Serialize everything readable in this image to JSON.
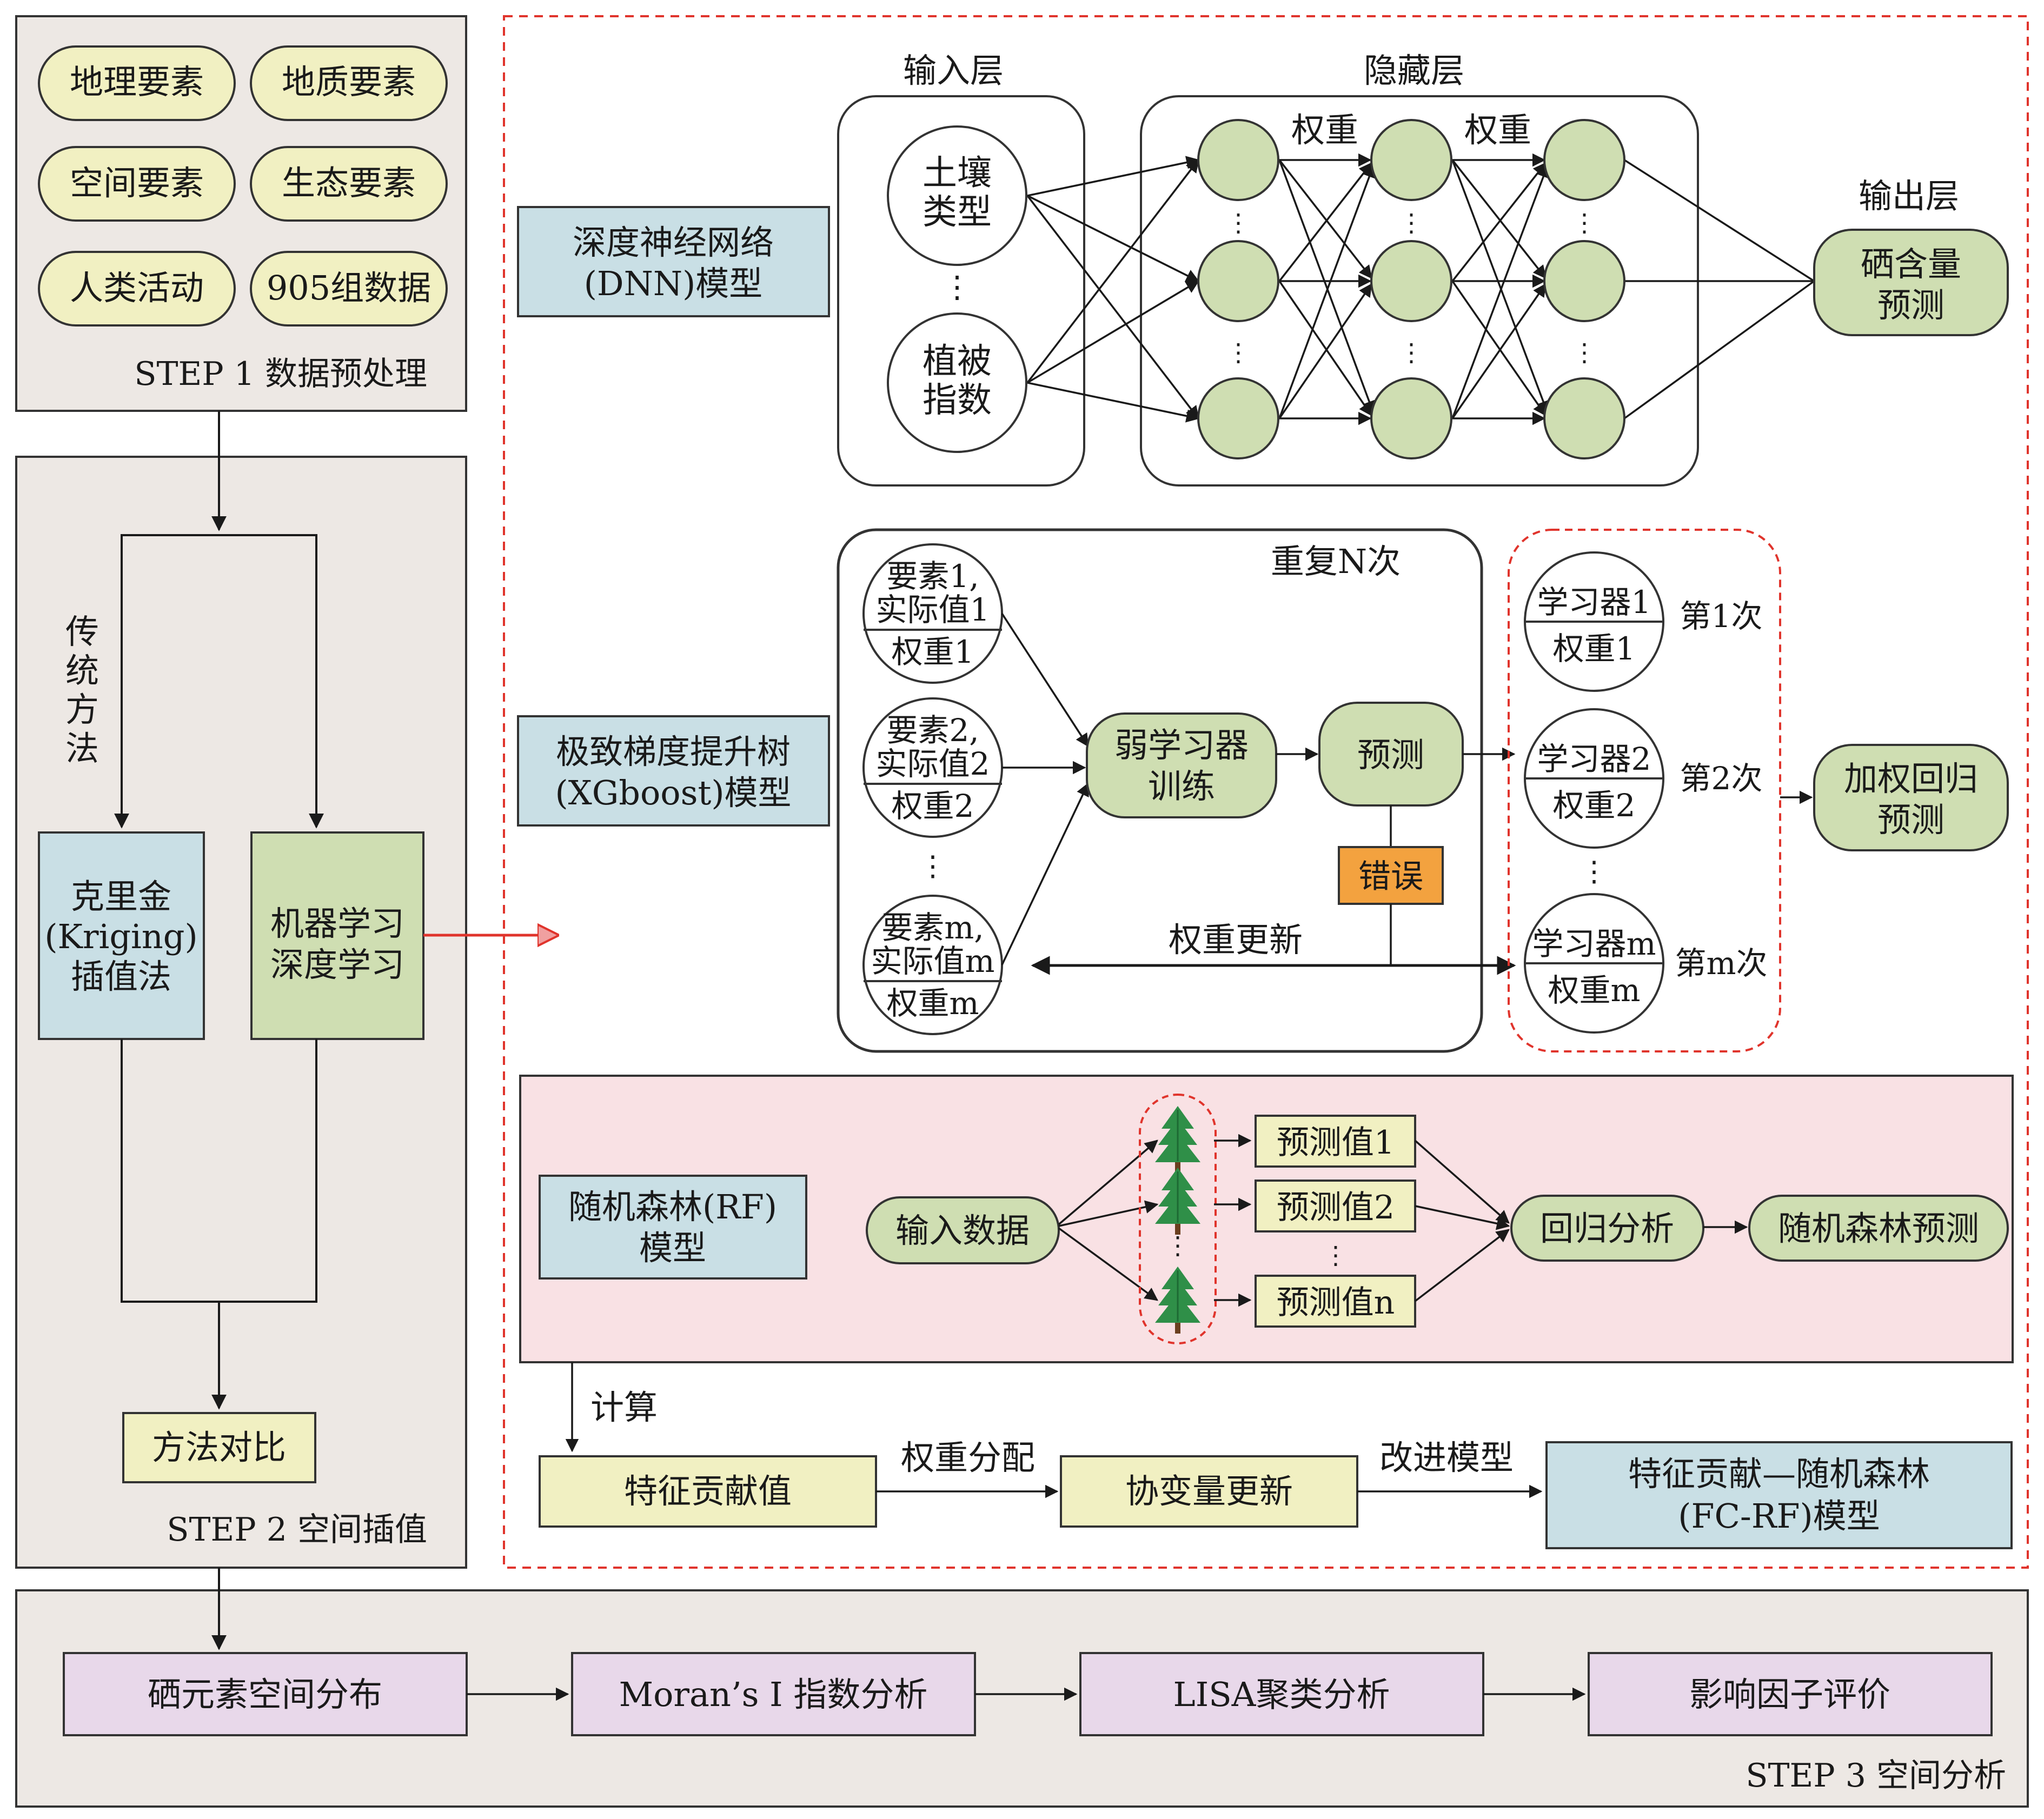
{
  "step1": {
    "label": "STEP 1 数据预处理",
    "pills": [
      "地理要素",
      "地质要素",
      "空间要素",
      "生态要素",
      "人类活动",
      "905组数据"
    ]
  },
  "step2": {
    "label": "STEP 2 空间插值",
    "traditional": [
      "传",
      "统",
      "方",
      "法"
    ],
    "kriging": [
      "克里金",
      "(Kriging)",
      "插值法"
    ],
    "ml": [
      "机器学习",
      "深度学习"
    ],
    "compare": "方法对比"
  },
  "dnn": {
    "title": [
      "深度神经网络",
      "(DNN)模型"
    ],
    "input_layer": "输入层",
    "hidden_layer": "隐藏层",
    "output_layer": "输出层",
    "input_top": [
      "土壤",
      "类型"
    ],
    "input_bottom": [
      "植被",
      "指数"
    ],
    "weight1": "权重",
    "weight2": "权重",
    "output": [
      "硒含量",
      "预测"
    ],
    "dots": "⋮"
  },
  "xgb": {
    "title": [
      "极致梯度提升树",
      "(XGboost)模型"
    ],
    "repeat": "重复N次",
    "f1": [
      "要素1,",
      "实际值1",
      "权重1"
    ],
    "f2": [
      "要素2,",
      "实际值2",
      "权重2"
    ],
    "fm": [
      "要素m,",
      "实际值m",
      "权重m"
    ],
    "weak": [
      "弱学习器",
      "训练"
    ],
    "predict": "预测",
    "error": "错误",
    "update": "权重更新",
    "l1": [
      "学习器1",
      "权重1",
      "第1次"
    ],
    "l2": [
      "学习器2",
      "权重2",
      "第2次"
    ],
    "lm": [
      "学习器m",
      "权重m",
      "第m次"
    ],
    "weighted": [
      "加权回归",
      "预测"
    ],
    "dots": "⋮"
  },
  "rf": {
    "title": [
      "随机森林(RF)",
      "模型"
    ],
    "input": "输入数据",
    "p1": "预测值1",
    "p2": "预测值2",
    "pn": "预测值n",
    "regress": "回归分析",
    "result": "随机森林预测",
    "dots": "⋮"
  },
  "fc": {
    "calc": "计算",
    "contrib": "特征贡献值",
    "alloc": "权重分配",
    "cov": "协变量更新",
    "improve": "改进模型",
    "final": [
      "特征贡献—随机森林",
      "(FC-RF)模型"
    ]
  },
  "step3": {
    "label": "STEP 3 空间分析",
    "boxes": [
      "硒元素空间分布",
      "Moran’s I 指数分析",
      "LISA聚类分析",
      "影响因子评价"
    ]
  },
  "colors": {
    "panel": "#ede8e4",
    "pill": "#f1f0c2",
    "node": "#cfdeb2",
    "blue": "#c9dfe5",
    "yellow": "#f1f0c2",
    "purple": "#e8d8ea",
    "pink": "#f9e1e4",
    "orange": "#f3a23f",
    "red": "#e0342c"
  }
}
